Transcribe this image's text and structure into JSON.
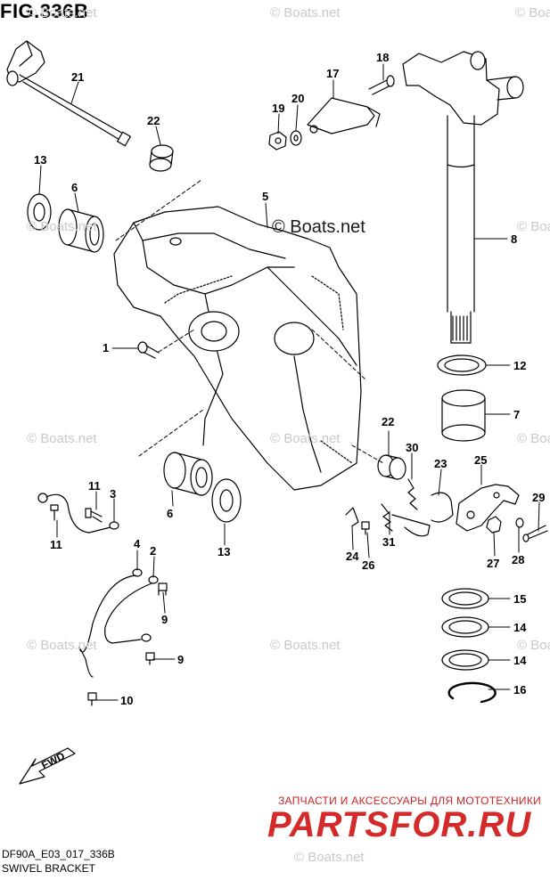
{
  "title": "FIG.336B",
  "footer": {
    "code": "DF90A_E03_017_336B",
    "name": "SWIVEL BRACKET"
  },
  "watermark": {
    "small": "© Boats.net",
    "large": "© Boats.net"
  },
  "promo": {
    "line": "ЗАПЧАСТИ И АКСЕССУАРЫ ДЛЯ МОТОТЕХНИКИ",
    "brand": "PARTSFOR.RU"
  },
  "fwd_label": "FWD",
  "callouts": [
    {
      "id": "c21",
      "text": "21"
    },
    {
      "id": "c22a",
      "text": "22"
    },
    {
      "id": "c13a",
      "text": "13"
    },
    {
      "id": "c6a",
      "text": "6"
    },
    {
      "id": "c17",
      "text": "17"
    },
    {
      "id": "c18",
      "text": "18"
    },
    {
      "id": "c19",
      "text": "19"
    },
    {
      "id": "c20",
      "text": "20"
    },
    {
      "id": "c5",
      "text": "5"
    },
    {
      "id": "c8",
      "text": "8"
    },
    {
      "id": "c1",
      "text": "1"
    },
    {
      "id": "c12",
      "text": "12"
    },
    {
      "id": "c7",
      "text": "7"
    },
    {
      "id": "c22b",
      "text": "22"
    },
    {
      "id": "c30",
      "text": "30"
    },
    {
      "id": "c23",
      "text": "23"
    },
    {
      "id": "c25",
      "text": "25"
    },
    {
      "id": "c29",
      "text": "29"
    },
    {
      "id": "c11a",
      "text": "11"
    },
    {
      "id": "c3",
      "text": "3"
    },
    {
      "id": "c11b",
      "text": "11"
    },
    {
      "id": "c6b",
      "text": "6"
    },
    {
      "id": "c13b",
      "text": "13"
    },
    {
      "id": "c24",
      "text": "24"
    },
    {
      "id": "c26",
      "text": "26"
    },
    {
      "id": "c31",
      "text": "31"
    },
    {
      "id": "c27",
      "text": "27"
    },
    {
      "id": "c28",
      "text": "28"
    },
    {
      "id": "c4",
      "text": "4"
    },
    {
      "id": "c2",
      "text": "2"
    },
    {
      "id": "c9a",
      "text": "9"
    },
    {
      "id": "c9b",
      "text": "9"
    },
    {
      "id": "c10",
      "text": "10"
    },
    {
      "id": "c15",
      "text": "15"
    },
    {
      "id": "c14a",
      "text": "14"
    },
    {
      "id": "c14b",
      "text": "14"
    },
    {
      "id": "c16",
      "text": "16"
    }
  ]
}
